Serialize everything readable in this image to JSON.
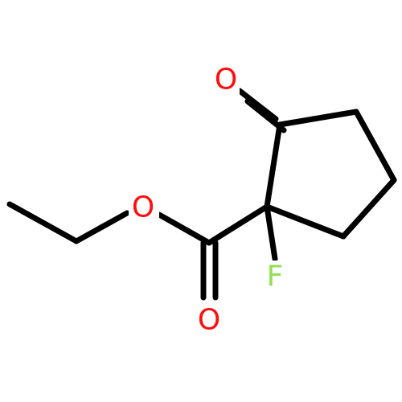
{
  "molecule": {
    "atoms": {
      "o_ketone": {
        "symbol": "O",
        "color": "#ff0d0d"
      },
      "o_ester": {
        "symbol": "O",
        "color": "#ff0d0d"
      },
      "o_carbonyl": {
        "symbol": "O",
        "color": "#ff0d0d"
      },
      "f": {
        "symbol": "F",
        "color": "#90e050"
      }
    },
    "bond_color": "#000000"
  }
}
